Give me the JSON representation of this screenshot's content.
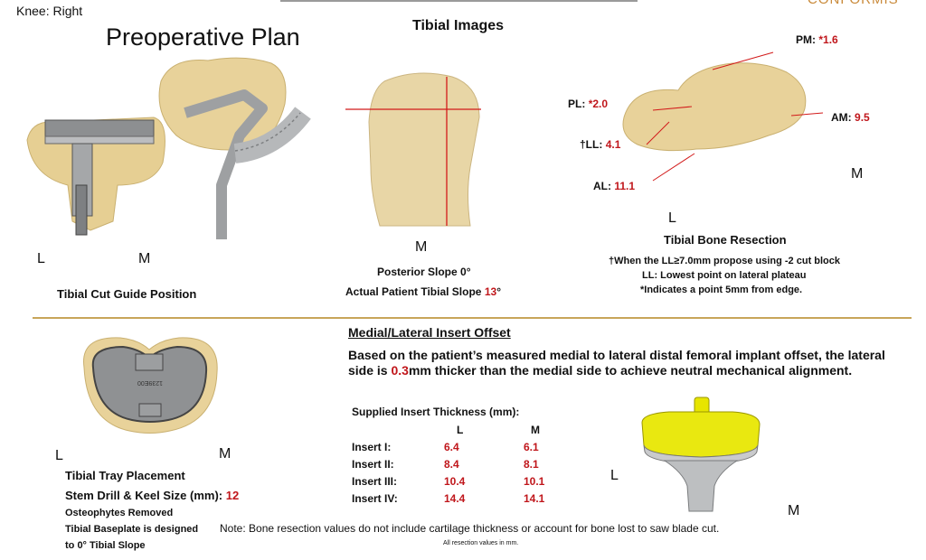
{
  "header": {
    "knee": "Knee: Right",
    "title": "Preoperative Plan",
    "logo": "CONFORMIS"
  },
  "cut_guide": {
    "left": "L",
    "right": "M",
    "caption": "Tibial Cut Guide Position"
  },
  "tibial_images": {
    "title": "Tibial Images",
    "m": "M",
    "posterior_slope": "Posterior Slope 0°",
    "actual_slope_label": "Actual Patient Tibial Slope",
    "actual_slope_value": "13",
    "actual_slope_unit": "°"
  },
  "resection": {
    "pm_label": "PM:",
    "pm_value": "*1.6",
    "pl_label": "PL:",
    "pl_value": "*2.0",
    "am_label": "AM:",
    "am_value": "9.5",
    "ll_label": "†LL:",
    "ll_value": "4.1",
    "al_label": "AL:",
    "al_value": "11.1",
    "m": "M",
    "l": "L",
    "title": "Tibial Bone Resection",
    "note1": "†When the LL≥7.0mm propose using -2 cut block",
    "note2": "LL: Lowest point on lateral plateau",
    "note3": "*Indicates a point 5mm from edge."
  },
  "tray": {
    "left": "L",
    "right": "M",
    "engraving": "1239E00",
    "placement": "Tibial Tray Placement",
    "stem_label": "Stem Drill & Keel Size (mm):",
    "stem_value": "12",
    "osteophytes": "Osteophytes Removed",
    "baseplate1": "Tibial Baseplate is designed",
    "baseplate2": "to 0° Tibial Slope"
  },
  "insert_offset": {
    "title": "Medial/Lateral Insert Offset",
    "text_a": "Based on the patient’s measured medial to lateral distal femoral implant offset, the lateral side is ",
    "value": "0.3",
    "text_b": "mm thicker than the medial side to achieve neutral mechanical alignment.",
    "supplied": "Supplied Insert Thickness (mm):",
    "col_l": "L",
    "col_m": "M",
    "rows": [
      {
        "name": "Insert I:",
        "l": "6.4",
        "m": "6.1"
      },
      {
        "name": "Insert II:",
        "l": "8.4",
        "m": "8.1"
      },
      {
        "name": "Insert III:",
        "l": "10.4",
        "m": "10.1"
      },
      {
        "name": "Insert IV:",
        "l": "14.4",
        "m": "14.1"
      }
    ]
  },
  "implant": {
    "left": "L",
    "right": "M"
  },
  "footer": {
    "note": "Note: Bone resection values do not include cartilage thickness or account for bone lost to saw blade cut.",
    "small": "All resection values in mm."
  }
}
